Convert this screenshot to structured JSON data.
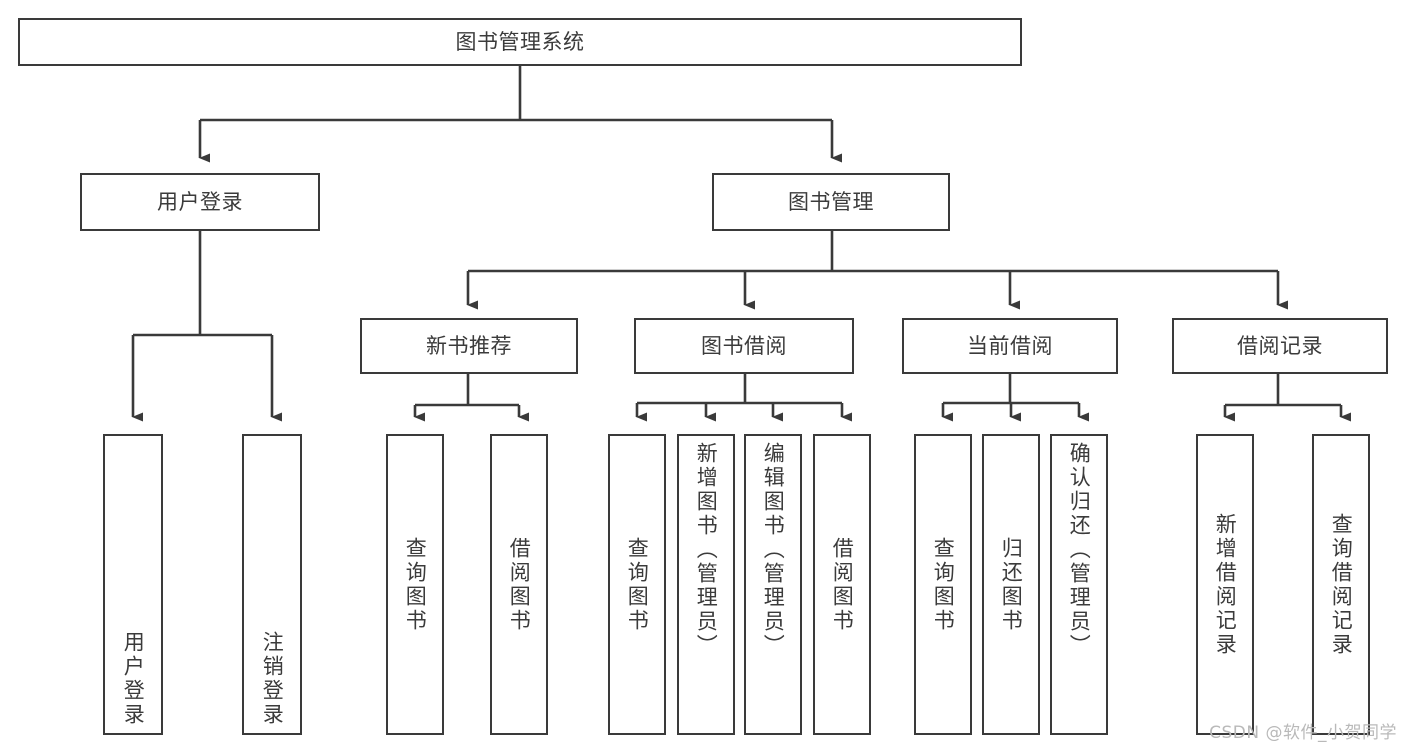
{
  "diagram": {
    "type": "tree",
    "title": "图书管理系统",
    "watermark": "CSDN @软件_小贺同学",
    "colors": {
      "box_border": "#3a3a3a",
      "box_fill": "#ffffff",
      "text": "#3b3b3b",
      "connector": "#3a3a3a",
      "watermark": "#b9b9b9"
    },
    "root": {
      "label": "图书管理系统"
    },
    "level2": [
      {
        "label": "用户登录"
      },
      {
        "label": "图书管理"
      }
    ],
    "level3": [
      {
        "label": "新书推荐"
      },
      {
        "label": "图书借阅"
      },
      {
        "label": "当前借阅"
      },
      {
        "label": "借阅记录"
      }
    ],
    "leaves": {
      "user_login": [
        {
          "label": "用户登录"
        },
        {
          "label": "注销登录"
        }
      ],
      "new_book_recommend": [
        {
          "label": "查询图书"
        },
        {
          "label": "借阅图书"
        }
      ],
      "book_borrow": [
        {
          "label": "查询图书"
        },
        {
          "label": "新增图书（管理员）"
        },
        {
          "label": "编辑图书（管理员）"
        },
        {
          "label": "借阅图书"
        }
      ],
      "current_borrow": [
        {
          "label": "查询图书"
        },
        {
          "label": "归还图书"
        },
        {
          "label": "确认归还（管理员）"
        }
      ],
      "borrow_records": [
        {
          "label": "新增借阅记录"
        },
        {
          "label": "查询借阅记录"
        }
      ]
    }
  }
}
